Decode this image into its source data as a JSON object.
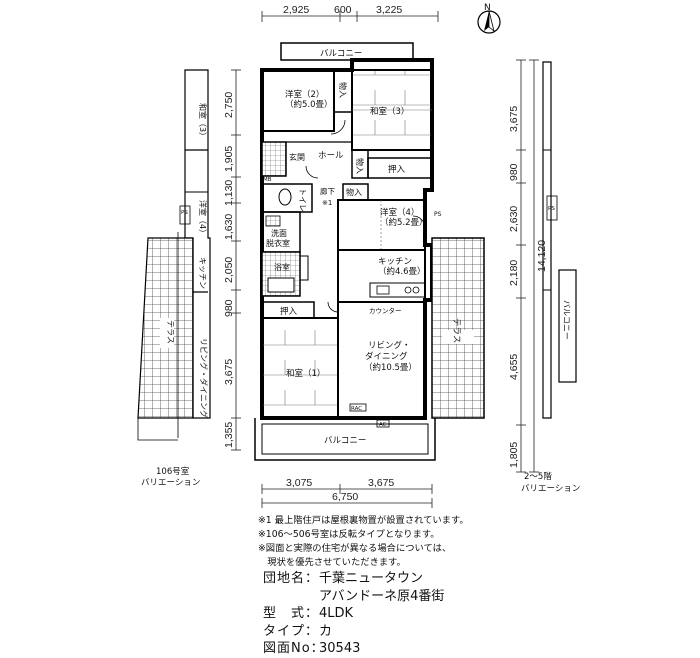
{
  "dimensions": {
    "top": [
      "2,925",
      "600",
      "3,225"
    ],
    "bottom": [
      "3,075",
      "3,675"
    ],
    "bottom_total": "6,750",
    "left": [
      "2,750",
      "1,905",
      "1,130",
      "1,630",
      "2,050",
      "980",
      "3,675",
      "1,355"
    ],
    "right": [
      "3,675",
      "980",
      "2,630",
      "2,180",
      "4,655",
      "1,805"
    ],
    "right_total": "14,120"
  },
  "rooms": {
    "balcony_top": "バルコニー",
    "western2": "洋室（2）",
    "western2_size": "（約5.0畳）",
    "storage1": "物入",
    "japanese3": "和室（3）",
    "hall": "ホール",
    "entrance": "玄関",
    "storage2": "物入",
    "closet1": "押入",
    "toilet": "トイレ",
    "corridor": "廊下",
    "mark1": "※1",
    "storage3": "物入",
    "western4": "洋室（4）",
    "western4_size": "（約5.2畳）",
    "ps": "PS",
    "wash": "洗面",
    "dressing": "脱衣室",
    "bath": "浴室",
    "kitchen": "キッチン",
    "kitchen_size": "（約4.6畳）",
    "counter": "カウンター",
    "closet2": "押入",
    "terrace_right": "テラス",
    "japanese1": "和室（1）",
    "living": "リビング・",
    "dining": "ダイニング",
    "living_size": "（約10.5畳）",
    "rac": "RAC",
    "ac": "AC",
    "balcony_bottom": "バルコニー",
    "mb": "MB"
  },
  "variations": {
    "left_label": "106号室",
    "left_sub": "バリエーション",
    "right_label": "2～5階",
    "right_sub": "バリエーション",
    "left_japanese": "和室（3）",
    "left_western": "洋室（4）",
    "left_kitchen": "キッチン",
    "left_terrace": "テラス",
    "left_living": "リビング・ダイニング",
    "right_balcony": "バルコニー"
  },
  "compass": "N",
  "notes": [
    "※1  最上階住戸は屋根裏物置が設置されています。",
    "※106～506号室は反転タイプとなります。",
    "※図面と実際の住宅が異なる場合については、",
    "　現状を優先させていただきます。"
  ],
  "info": {
    "name_label": "団地名：",
    "name_line1": "千葉ニュータウン",
    "name_line2": "アバンドーネ原4番街",
    "type_label": "型　式：",
    "type_value": "4LDK",
    "kind_label": "タイプ：",
    "kind_value": "カ",
    "drawing_label": "図面No：",
    "drawing_value": "30543"
  }
}
